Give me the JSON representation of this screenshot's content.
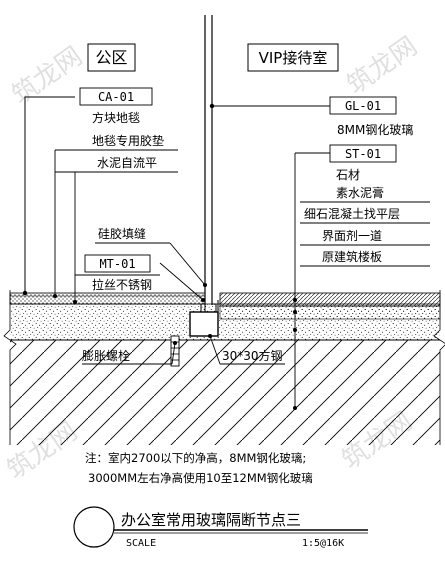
{
  "zones": {
    "left": "公区",
    "right": "VIP接待室"
  },
  "codes": {
    "ca": "CA-01",
    "gl": "GL-01",
    "st": "ST-01",
    "mt": "MT-01"
  },
  "labels": {
    "carpet": "方块地毯",
    "glass": "8MM钢化玻璃",
    "stone": "石材",
    "plain_cement": "素水泥膏",
    "carpet_pad": "地毯专用胶垫",
    "self_level": "水泥自流平",
    "fine_concrete": "细石混凝土找平层",
    "interface_agent": "界面剂一道",
    "base_slab": "原建筑楼板",
    "silicone": "硅胶填缝",
    "brushed_steel": "拉丝不锈钢",
    "bolt": "膨胀螺栓",
    "square_steel": "30*30方钢"
  },
  "note": {
    "line1": "注：室内2700以下的净高，8MM钢化玻璃;",
    "line2": "3000MM左右净高使用10至12MM钢化玻璃"
  },
  "title_block": {
    "title": "办公室常用玻璃隔断节点三",
    "scale_label": "SCALE",
    "scale_value": "1:5@16K"
  },
  "watermark": "筑龙网"
}
